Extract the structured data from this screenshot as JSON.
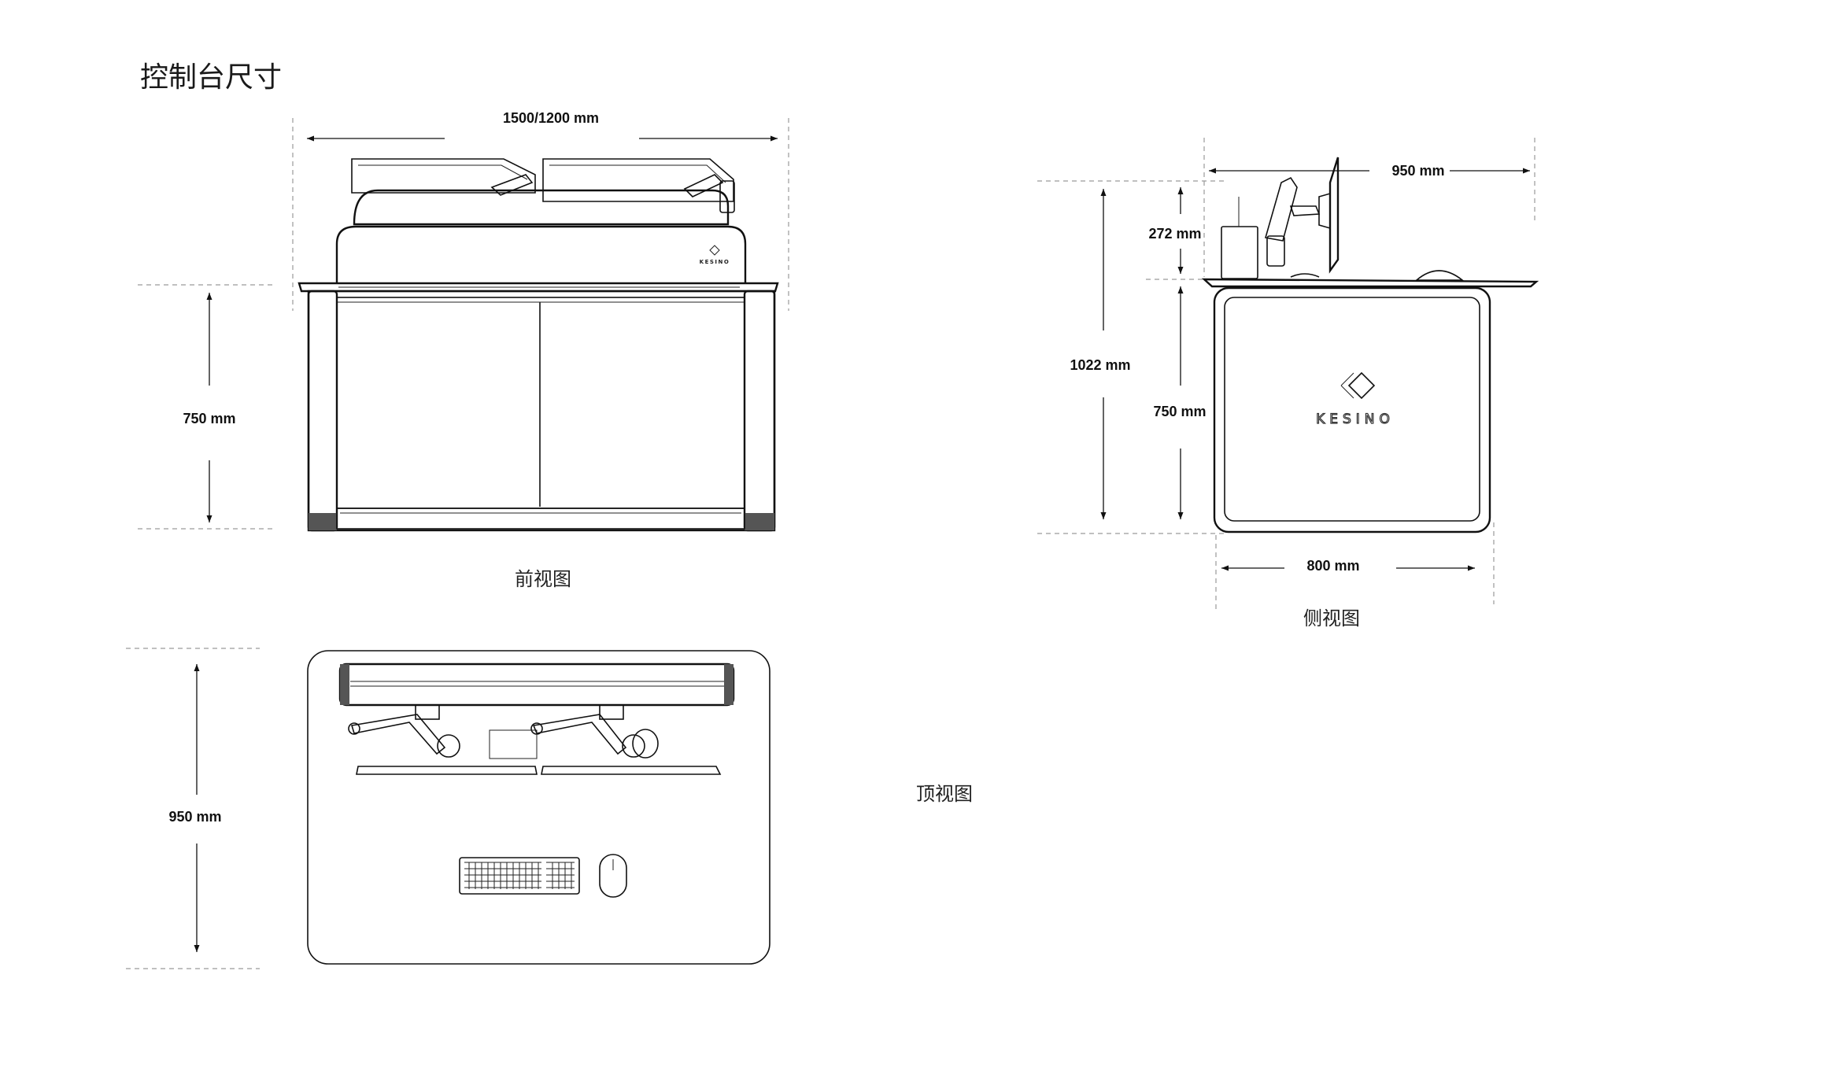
{
  "page": {
    "title": "控制台尺寸"
  },
  "front_view": {
    "caption": "前视图",
    "width_label": "1500/1200 mm",
    "height_label": "750 mm",
    "logo_text": "KESINO"
  },
  "side_view": {
    "caption": "侧视图",
    "depth_top_label": "950 mm",
    "monitor_height_label": "272 mm",
    "total_height_label": "1022 mm",
    "desk_height_label": "750 mm",
    "depth_bottom_label": "800 mm",
    "logo_text": "KESINO"
  },
  "top_view": {
    "caption": "顶视图",
    "depth_label": "950 mm"
  },
  "icons": [
    "arrow-icon",
    "kesino-logo-icon",
    "keyboard-icon",
    "mouse-icon"
  ]
}
